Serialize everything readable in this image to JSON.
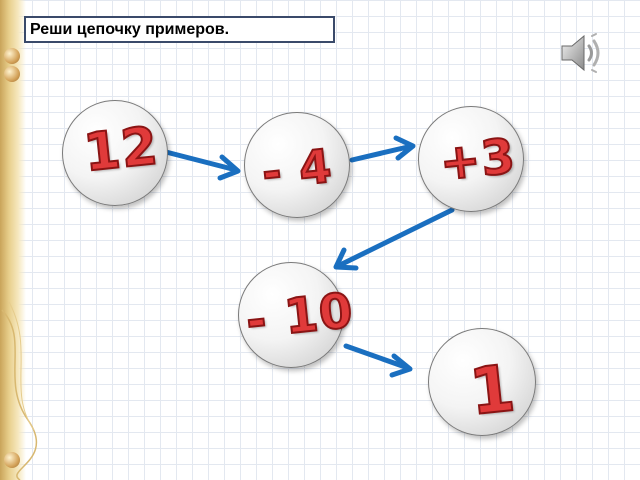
{
  "title": "Реши цепочку примеров.",
  "chain": {
    "start": "12",
    "op1": "- 4",
    "op2": "+3",
    "op3": "- 10",
    "result": "1"
  },
  "colors": {
    "number_fill": "#e03a3a",
    "number_outline": "#8a1414",
    "arrow": "#1a6fc0"
  },
  "icons": [
    "speaker-icon",
    "arrow-right-icon",
    "arrow-down-left-icon"
  ]
}
